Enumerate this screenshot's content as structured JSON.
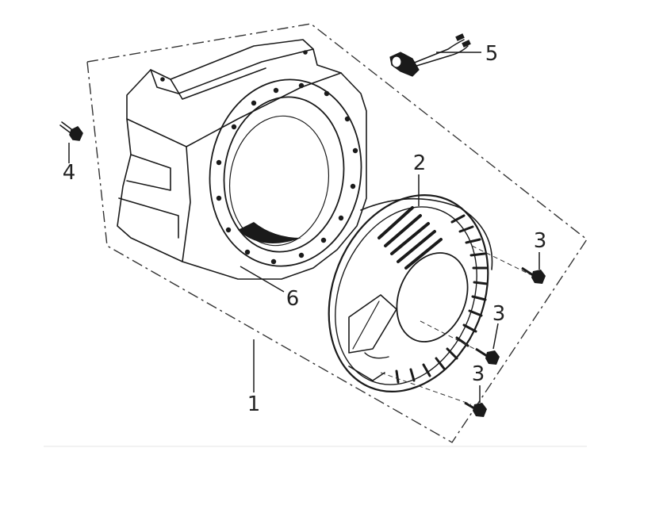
{
  "diagram": {
    "callouts": {
      "c1": "1",
      "c2": "2",
      "c3a": "3",
      "c3b": "3",
      "c3c": "3",
      "c4": "4",
      "c5": "5",
      "c6": "6"
    },
    "colors": {
      "ink": "#1a1a1a",
      "background": "#ffffff"
    }
  }
}
